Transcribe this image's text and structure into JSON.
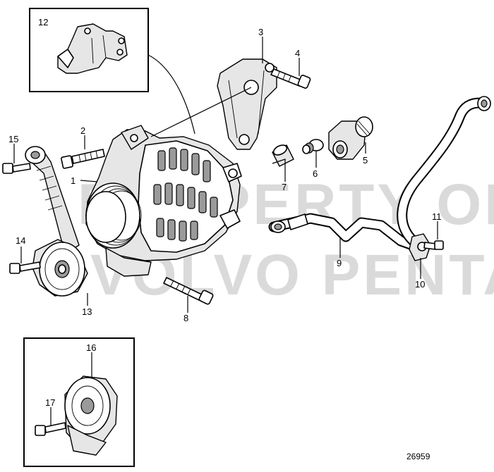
{
  "diagram": {
    "drawing_number": "26959",
    "watermark": {
      "line1": "PROPERTY OF",
      "line2": "VOLVO PENTA"
    },
    "callouts": [
      {
        "id": "1",
        "label": "1"
      },
      {
        "id": "2",
        "label": "2"
      },
      {
        "id": "3",
        "label": "3"
      },
      {
        "id": "4",
        "label": "4"
      },
      {
        "id": "5",
        "label": "5"
      },
      {
        "id": "6",
        "label": "6"
      },
      {
        "id": "7",
        "label": "7"
      },
      {
        "id": "8",
        "label": "8"
      },
      {
        "id": "9",
        "label": "9"
      },
      {
        "id": "10",
        "label": "10"
      },
      {
        "id": "11",
        "label": "11"
      },
      {
        "id": "12",
        "label": "12"
      },
      {
        "id": "13",
        "label": "13"
      },
      {
        "id": "14",
        "label": "14"
      },
      {
        "id": "15",
        "label": "15"
      },
      {
        "id": "16",
        "label": "16"
      },
      {
        "id": "17",
        "label": "17"
      }
    ]
  }
}
